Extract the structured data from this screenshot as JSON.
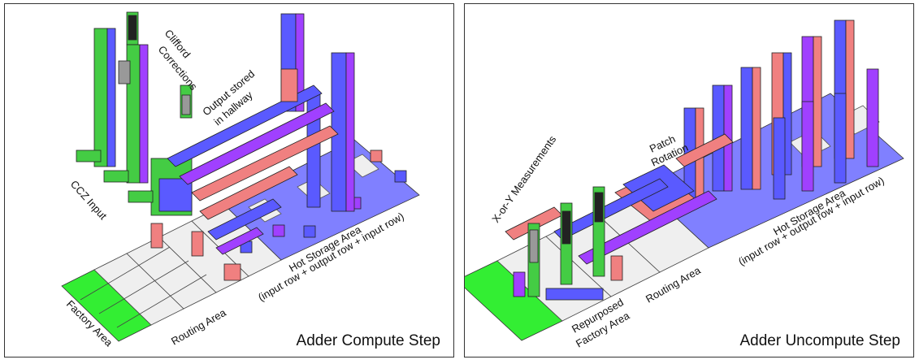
{
  "panels": [
    {
      "caption": "Adder Compute Step",
      "labels": {
        "clifford_1": "Clifford",
        "clifford_2": "Corrections",
        "output_1": "Output stored",
        "output_2": "in hallway",
        "ccz": "CCZ Input",
        "hot_1": "Hot Storage Area",
        "hot_2": "(input row + output row + input row)",
        "routing": "Routing Area",
        "factory": "Factory Area"
      }
    },
    {
      "caption": "Adder Uncompute Step",
      "labels": {
        "patch_1": "Patch",
        "patch_2": "Rotation",
        "xy": "X-or-Y Measurements",
        "hot_1": "Hot Storage Area",
        "hot_2": "(input row + output row + input row)",
        "routing": "Routing Area",
        "repurposed_1": "Repurposed",
        "repurposed_2": "Factory Area"
      }
    }
  ],
  "colors": {
    "factory": "#33ee33",
    "routing": "#efefef",
    "storage": "#8080ff",
    "blue": "#5a5aff",
    "purple": "#a040ff",
    "salmon": "#f08080",
    "green": "#44cc44",
    "gray": "#999999",
    "dark": "#222222"
  }
}
